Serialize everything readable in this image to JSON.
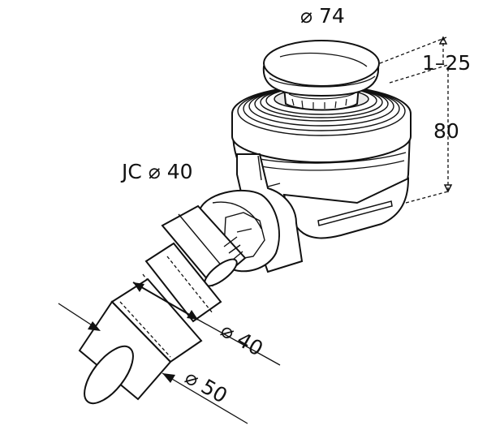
{
  "dimensions": {
    "cap_diameter": "⌀ 74",
    "adjust_range": "1–25",
    "total_height": "80",
    "jc_diameter": "JC ⌀ 40",
    "outlet_inner_diameter": "⌀ 40",
    "outlet_outer_diameter": "⌀ 50"
  }
}
